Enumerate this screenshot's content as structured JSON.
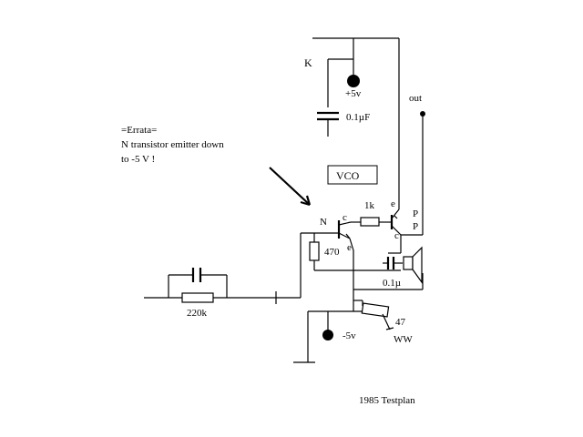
{
  "labels": {
    "k": "K",
    "plus5v": "+5v",
    "cap_top": "0.1µF",
    "out": "out",
    "errata": "=Errata=",
    "errata_line1": "N transistor emitter down",
    "errata_line2": "to -5 V !",
    "vco": "VCO",
    "r1k": "1k",
    "e_pnp": "e",
    "p1": "P",
    "p2": "P",
    "c_pnp": "c",
    "n": "N",
    "c_npn": "c",
    "e_npn": "e",
    "r470": "470",
    "c_small": "0.1µ",
    "r220k": "220k",
    "minus5v": "-5v",
    "pot47": "47",
    "ww": "WW",
    "footer": "1985  Testplan"
  }
}
